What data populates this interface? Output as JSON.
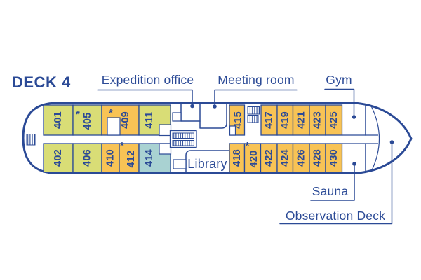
{
  "colors": {
    "line": "#2b4a96",
    "label_text": "#2b4a96",
    "cabin_green": "#d9dd76",
    "cabin_orange": "#f8c355",
    "cabin_teal": "#a9d2d2",
    "background": "#ffffff"
  },
  "deck_plan": {
    "title": "DECK 4",
    "areas": {
      "expedition_office": "Expedition office",
      "meeting_room": "Meeting room",
      "gym": "Gym",
      "library": "Library",
      "sauna": "Sauna",
      "observation_deck": "Observation Deck"
    },
    "cabins": {
      "top_row": [
        {
          "number": "401",
          "color": "green"
        },
        {
          "number": "405",
          "star": "*",
          "color": "green"
        },
        {
          "number": "409",
          "star": "*",
          "color": "orange"
        },
        {
          "number": "411",
          "color": "green"
        },
        {
          "number": "415",
          "color": "orange"
        },
        {
          "number": "417",
          "color": "orange"
        },
        {
          "number": "419",
          "color": "orange"
        },
        {
          "number": "421",
          "color": "orange"
        },
        {
          "number": "423",
          "color": "orange"
        },
        {
          "number": "425",
          "color": "orange"
        }
      ],
      "bottom_row": [
        {
          "number": "402",
          "color": "green"
        },
        {
          "number": "406",
          "color": "green"
        },
        {
          "number": "410",
          "color": "orange"
        },
        {
          "number": "412",
          "star": "*",
          "color": "orange"
        },
        {
          "number": "414",
          "color": "teal"
        },
        {
          "number": "418",
          "color": "orange"
        },
        {
          "number": "420",
          "star": "*",
          "color": "orange"
        },
        {
          "number": "422",
          "color": "orange"
        },
        {
          "number": "424",
          "color": "orange"
        },
        {
          "number": "426",
          "color": "orange"
        },
        {
          "number": "428",
          "color": "orange"
        },
        {
          "number": "430",
          "color": "orange"
        }
      ]
    }
  }
}
